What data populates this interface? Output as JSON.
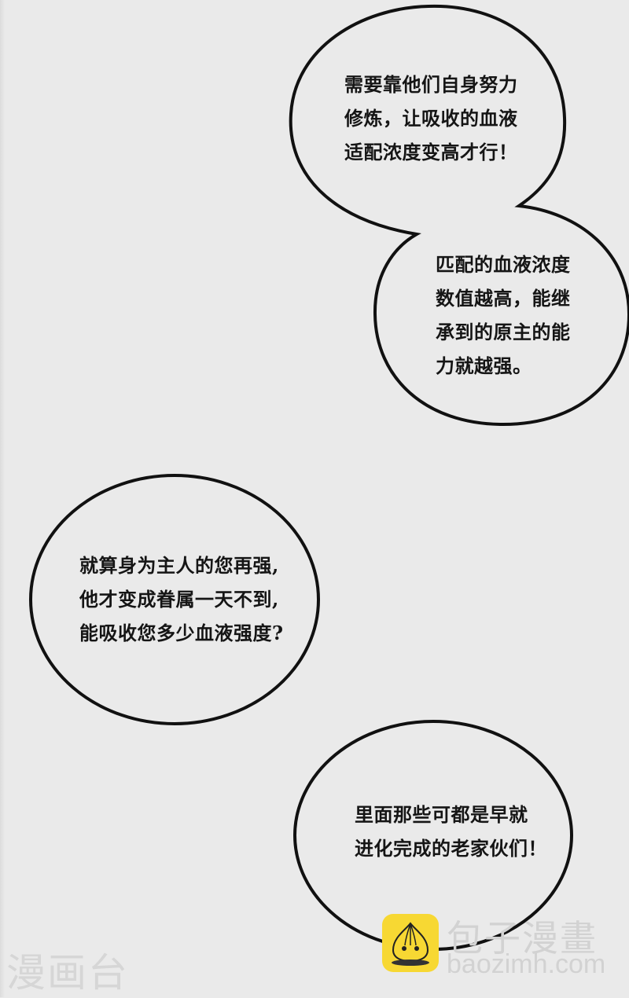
{
  "page": {
    "background": "#eaeaea",
    "bubble_stroke": "#111111",
    "bubble_fill": "#eaeaea"
  },
  "bubbles": [
    {
      "id": "bubble-1",
      "lines": [
        "需要靠他们自身努力",
        "修炼，让吸收的血液",
        "适配浓度变高才行！"
      ]
    },
    {
      "id": "bubble-2",
      "lines": [
        "匹配的血液浓度",
        "数值越高，能继",
        "承到的原主的能",
        "力就越强。"
      ]
    },
    {
      "id": "bubble-3",
      "lines": [
        "就算身为主人的您再强,",
        "他才变成眷属一天不到,",
        "能吸收您多少血液强度?"
      ]
    },
    {
      "id": "bubble-4",
      "lines": [
        "里面那些可都是早就",
        "进化完成的老家伙们！"
      ]
    }
  ],
  "watermarks": {
    "left": "漫画台",
    "brand": "包子漫畫",
    "url": "baozimh.com",
    "logo_icon": "steamed-bun-icon",
    "logo_color": "#f7d833"
  }
}
